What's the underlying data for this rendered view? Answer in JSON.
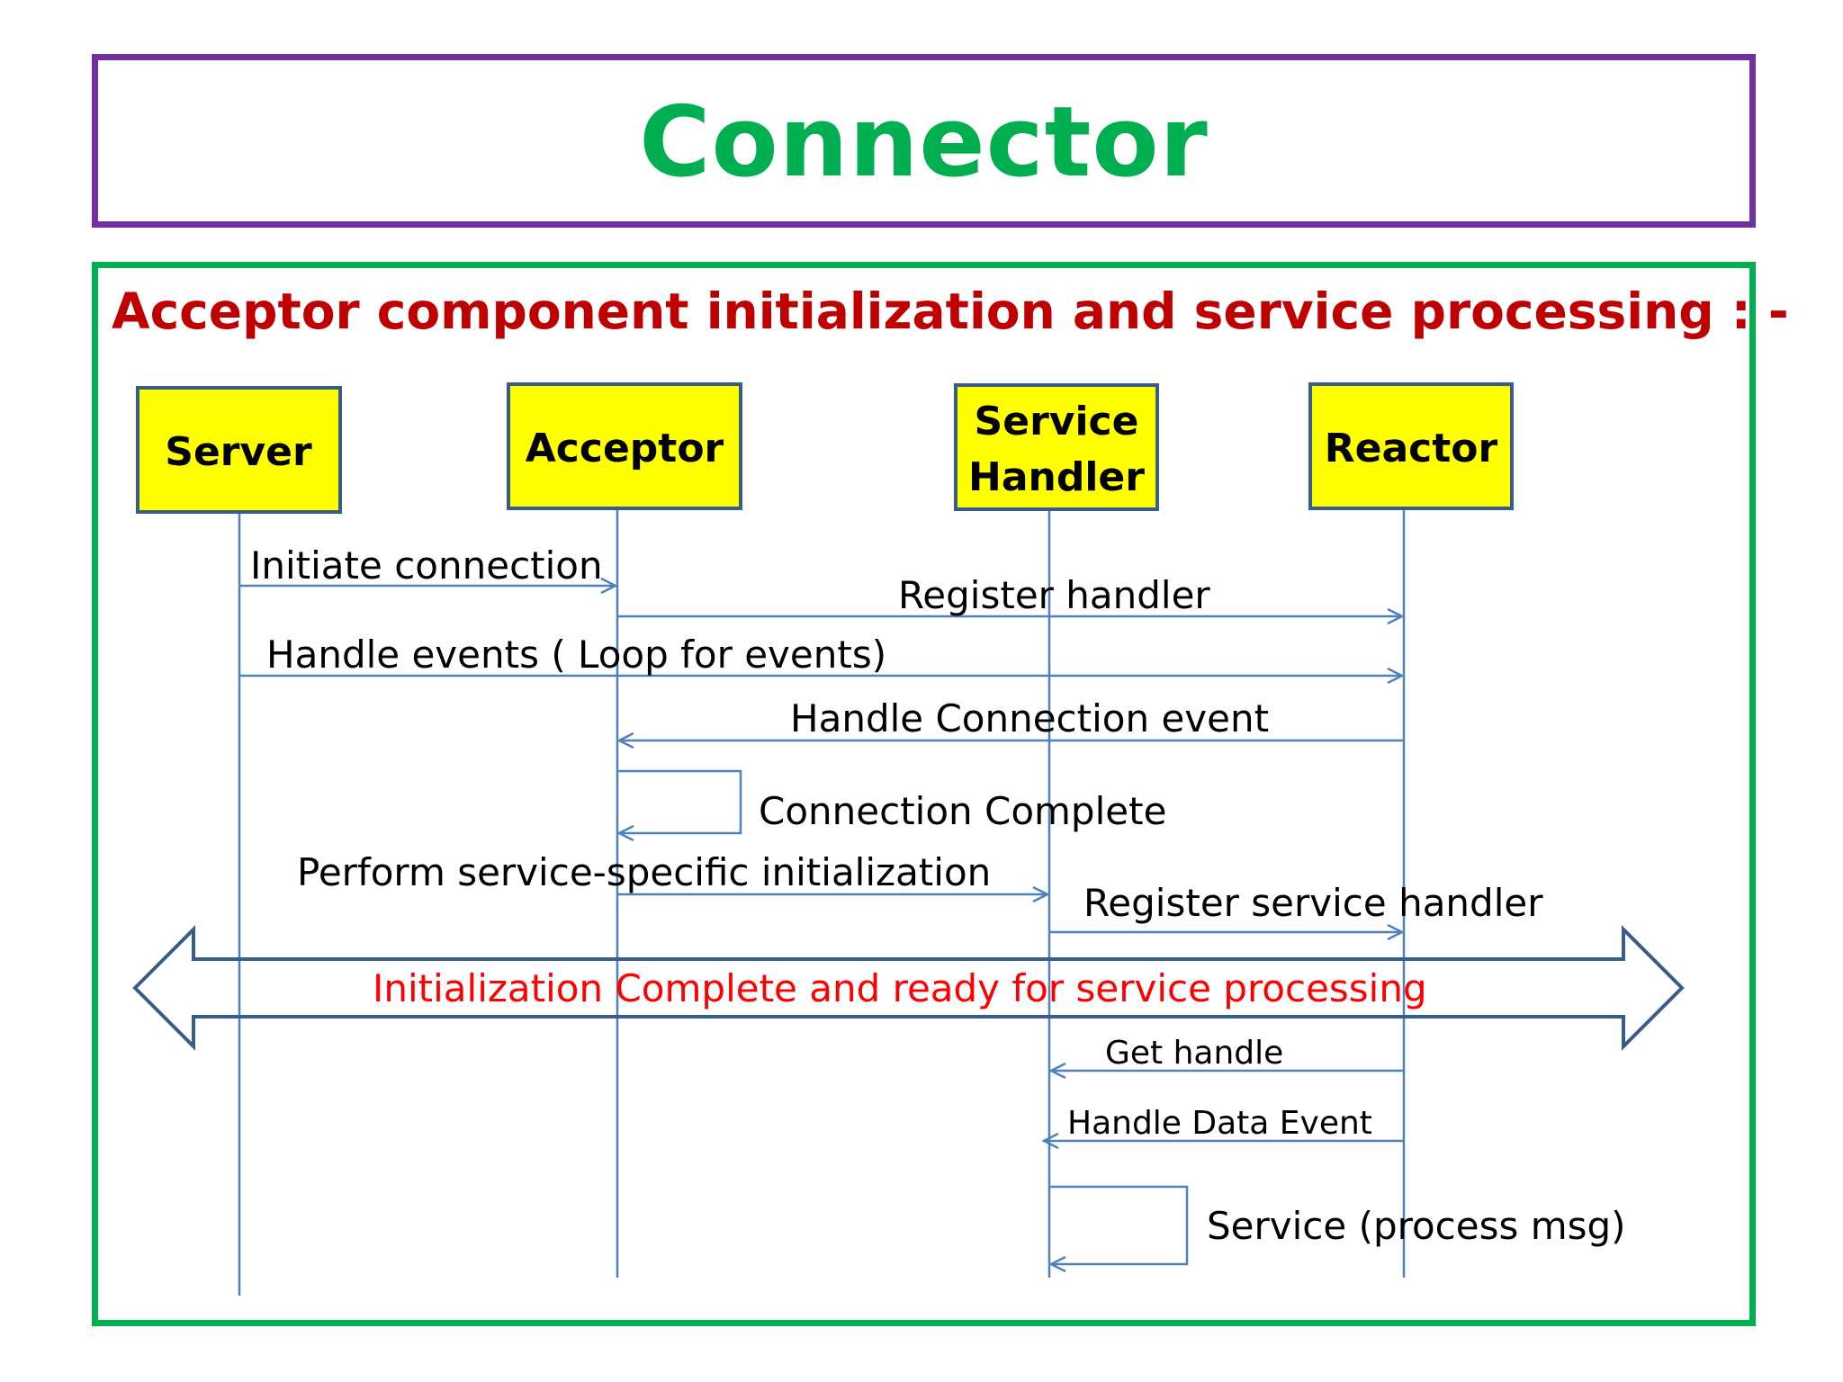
{
  "title": "Connector",
  "subtitle": "Acceptor component initialization and service processing :  -",
  "participants": {
    "server": "Server",
    "acceptor": "Acceptor",
    "service_handler_line1": "Service",
    "service_handler_line2": "Handler",
    "reactor": "Reactor"
  },
  "messages": {
    "initiate_connection": "Initiate connection",
    "register_handler": "Register handler",
    "handle_events": "Handle events  ( Loop for events)",
    "handle_connection_event": "Handle  Connection event",
    "connection_complete": "Connection Complete",
    "perform_init": "Perform service-specific initialization",
    "register_service_handler": "Register  service handler",
    "init_complete": "Initialization Complete  and  ready for service  processing",
    "get_handle": "Get handle",
    "handle_data_event": "Handle  Data Event",
    "service_process": "Service (process msg)"
  },
  "colors": {
    "title_border": "#7030a0",
    "title_text": "#00b050",
    "content_border": "#00b050",
    "subtitle_text": "#c00000",
    "participant_fill": "#ffff00",
    "participant_border": "#385d8a",
    "lifeline": "#4f81bd",
    "arrow_outline": "#385d8a",
    "banner_text": "#ff0000",
    "message_text": "#000000"
  }
}
